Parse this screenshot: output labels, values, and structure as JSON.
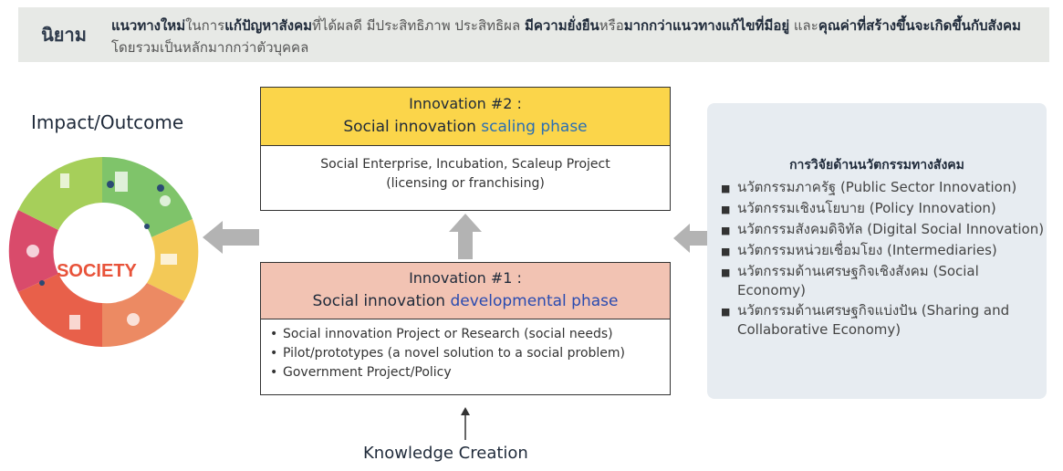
{
  "definition": {
    "label": "นิยาม",
    "segments": [
      {
        "text": "แนวทางใหม่",
        "bold": true
      },
      {
        "text": "ในการ",
        "bold": false
      },
      {
        "text": "แก้ปัญหาสังคม",
        "bold": true
      },
      {
        "text": "ที่ได้ผลดี มีประสิทธิภาพ ประสิทธิผล ",
        "bold": false
      },
      {
        "text": "มีความยั่งยืน",
        "bold": true
      },
      {
        "text": "หรือ",
        "bold": false
      },
      {
        "text": "มากกว่าแนวทางแก้ไขที่มีอยู่",
        "bold": true
      },
      {
        "text": " และ",
        "bold": false
      },
      {
        "text": "คุณค่าที่สร้างขึ้นจะเกิดขึ้นกับสังคม",
        "bold": true
      },
      {
        "text": "โดยรวมเป็นหลักมากกว่าตัวบุคคล",
        "bold": false
      }
    ]
  },
  "impact": {
    "title": "Impact/Outcome",
    "wheel_label": "SOCIETY"
  },
  "innovation2": {
    "title": "Innovation #2 :",
    "subtitle_prefix": "Social innovation ",
    "subtitle_highlight": "scaling phase",
    "body_line1": "Social Enterprise, Incubation,  Scaleup Project",
    "body_line2": "(licensing or franchising)"
  },
  "innovation1": {
    "title": "Innovation #1 :",
    "subtitle_prefix": "Social innovation ",
    "subtitle_highlight": "developmental phase",
    "bullets": [
      "Social innovation Project or Research (social needs)",
      "Pilot/prototypes (a novel solution to a social problem)",
      "Government Project/Policy"
    ]
  },
  "knowledge": "Knowledge Creation",
  "research": {
    "title": "การวิจัยด้านนวัตกรรมทางสังคม",
    "items": [
      "นวัตกรรมภาครัฐ (Public Sector Innovation)",
      "นวัตกรรมเชิงนโยบาย (Policy Innovation)",
      "นวัตกรรมสังคมดิจิทัล (Digital Social Innovation)",
      "นวัตกรรมหน่วยเชื่อมโยง (Intermediaries)",
      "นวัตกรรมด้านเศรษฐกิจเชิงสังคม (Social Economy)",
      "นวัตกรรมด้านเศรษฐกิจแบ่งปัน (Sharing and Collaborative Economy)"
    ]
  },
  "colors": {
    "scaling_header": "#fbd54a",
    "developmental_header": "#f2c3b3",
    "arrow": "#b3b3b3",
    "panel": "#e7ecf1"
  }
}
